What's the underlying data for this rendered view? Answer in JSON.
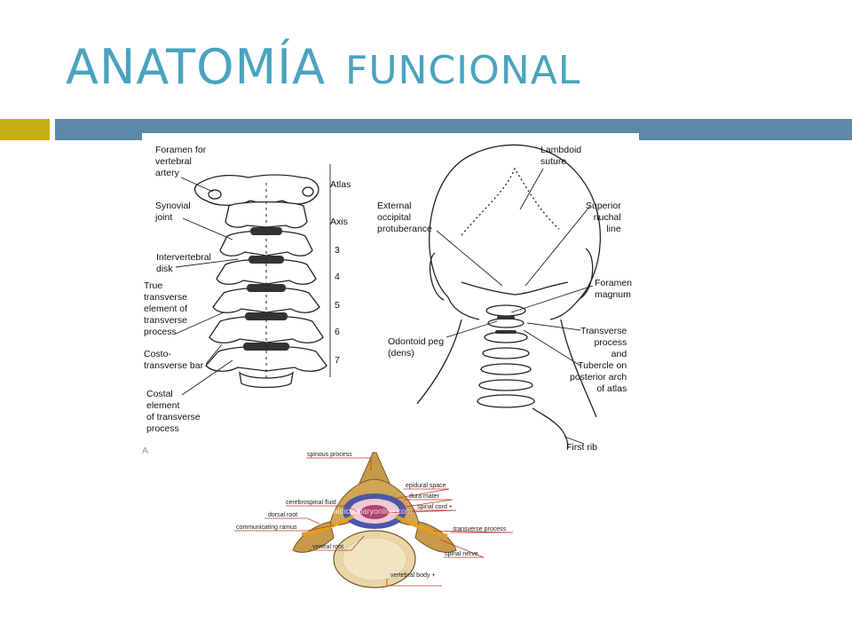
{
  "slide": {
    "title_main": "ANATOMÍA",
    "title_sub": "FUNCIONAL"
  },
  "cervical_diagram": {
    "left_labels": {
      "foramen_vertebral_artery": "Foramen for\nvertebral\nartery",
      "synovial_joint": "Synovial\njoint",
      "intervertebral_disk": "Intervertebral\ndisk",
      "true_transverse": "True\ntransverse\nelement of\ntransverse\nprocess",
      "costo_transverse": "Costo-\ntransverse bar",
      "costal_element": "Costal\nelement\nof transverse\nprocess",
      "panel_letter": "A"
    },
    "levels": [
      "Atlas",
      "Axis",
      "3",
      "4",
      "5",
      "6",
      "7"
    ],
    "right_labels": {
      "lambdoid": "Lambdoid\nsuture",
      "external_occipital": "External\noccipital\nprotuberance",
      "superior_nuchal": "Superior\nnuchal\nline",
      "foramen_magnum": "Foramen\nmagnum",
      "odontoid": "Odontoid peg\n(dens)",
      "transverse_process": "Transverse\nprocess\nand\nTubercle on\nposterior arch\nof atlas",
      "first_rib": "First rib"
    }
  },
  "vertebra_diagram": {
    "labels": {
      "spinous_process": "spinous process",
      "epidural_space": "epidural space",
      "dura_mater": "dura mater",
      "spinal_cord": "spinal cord +",
      "cerebrospinal_fluid": "cerebrospinal fluid",
      "dorsal_root": "dorsal root",
      "communicating_ramus": "communicating ramus",
      "transverse_process": "transverse process",
      "ventral_root": "ventral root",
      "spinal_nerve": "spinal nerve",
      "vertebral_body": "vertebral body +"
    },
    "watermark": "www.visualdictionaryonline.com"
  },
  "colors": {
    "title": "#4aa3bf",
    "accent_gold": "#c9ad14",
    "accent_blue": "#5b8aa6",
    "label_line": "#c0392b"
  }
}
